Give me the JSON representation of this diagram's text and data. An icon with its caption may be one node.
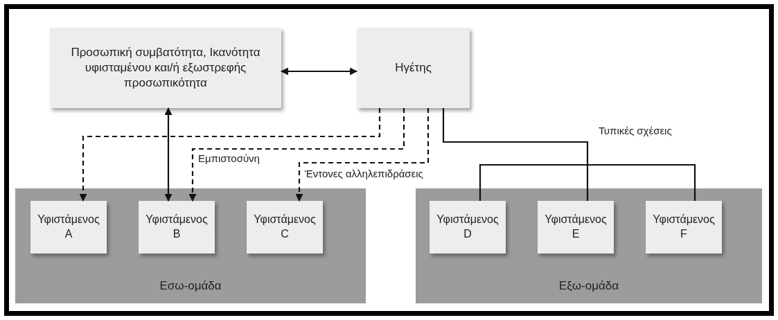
{
  "diagram": {
    "nodes": [
      {
        "text": [
          "Προσωπική συμβατότητα, Ικανότητα υφισταμένου και/ή εξωστρεφής προσωπικότητα"
        ]
      },
      {
        "text": [
          "Ηγέτης"
        ]
      },
      {
        "text": [
          "Εσω-ομάδα"
        ]
      },
      {
        "text": [
          "Υφιστάμενος A"
        ],
        "in": 2
      },
      {
        "text": [
          "Υφιστάμενος B"
        ],
        "in": 2
      },
      {
        "text": [
          "Υφιστάμενος C"
        ],
        "in": 2
      },
      {
        "text": [
          "Εξω-ομάδα"
        ]
      },
      {
        "text": [
          "Υφιστάμενος D"
        ],
        "in": 6
      },
      {
        "text": [
          "Υφιστάμενος E"
        ],
        "in": 6
      },
      {
        "text": [
          "Υφιστάμενος F"
        ],
        "in": 6
      }
    ],
    "edges": [
      {
        "from": 0,
        "to": 1,
        "arrow": "both"
      },
      {
        "from": 0,
        "to": 4,
        "arrow": "both"
      },
      {
        "from": 1,
        "to": 3,
        "arrow": "to",
        "style": "dashed"
      },
      {
        "from": 1,
        "to": 4,
        "arrow": "to",
        "style": "dashed",
        "label": "Εμπιστοσύνη"
      },
      {
        "from": 1,
        "to": 5,
        "arrow": "to",
        "style": "dashed",
        "label": "Έντονες αλληλεπιδράσεις"
      },
      {
        "from": 1,
        "to": 8,
        "arrow": "none",
        "label": "Τυπικές σχέσεις"
      },
      {
        "from": 7,
        "to": 9,
        "arrow": "none"
      }
    ]
  }
}
